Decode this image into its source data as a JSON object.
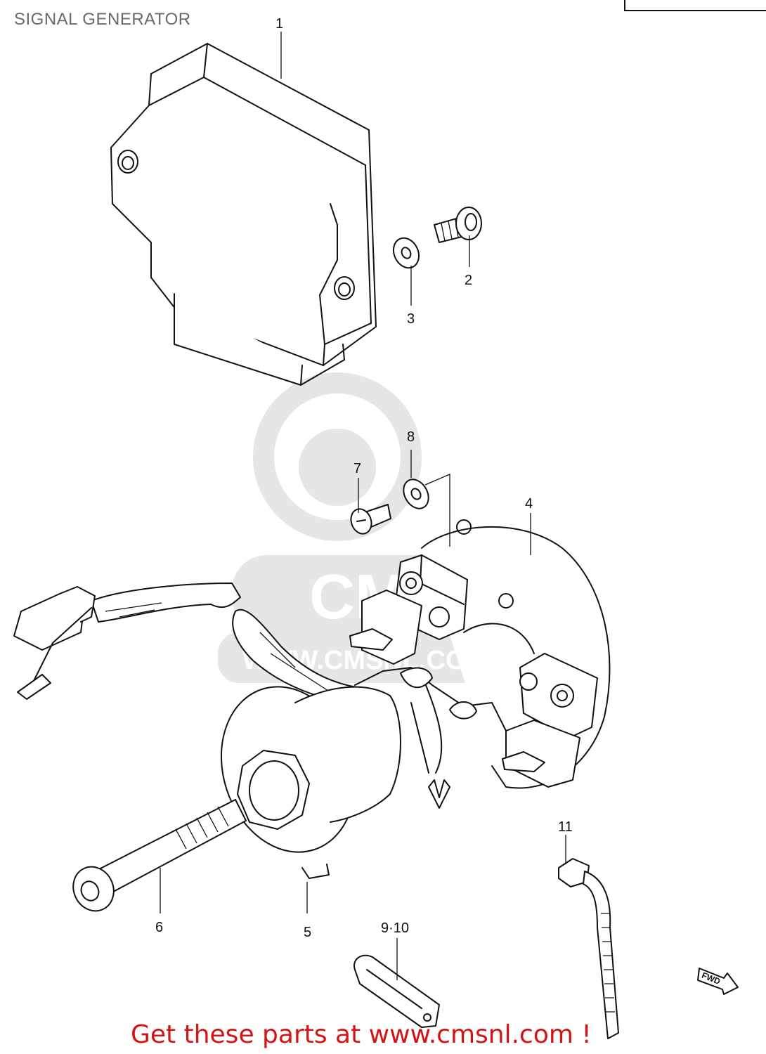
{
  "title": "SIGNAL GENERATOR",
  "watermark": {
    "brand": "CMS",
    "url": "WWW.CMSNL.COM"
  },
  "fwd_label": "FWD",
  "callouts": {
    "c1": "1",
    "c2": "2",
    "c3": "3",
    "c4": "4",
    "c5": "5",
    "c6": "6",
    "c7": "7",
    "c8": "8",
    "c9_10": "9·10",
    "c11": "11"
  },
  "promo_text": "Get these parts at www.cmsnl.com !",
  "colors": {
    "promo": "#d41414",
    "title": "#6a6a6a",
    "line": "#111111",
    "watermark": "#e6e6e6"
  }
}
